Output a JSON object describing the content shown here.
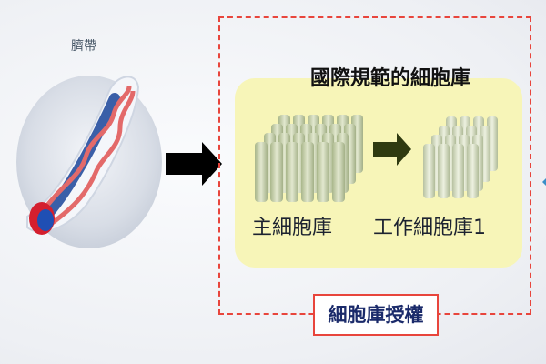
{
  "cord_label": "臍帶",
  "title": "國際規範的細胞庫",
  "master_label": "主細胞庫",
  "working_label": "工作細胞庫1",
  "auth_label": "細胞庫授權",
  "colors": {
    "dashed_border": "#e8453c",
    "panel": "#f7f5b8",
    "arrow_black": "#000000",
    "arrow_dark": "#2f3a10",
    "tube": "#c8d4a8",
    "auth_text": "#1a2a6a"
  }
}
